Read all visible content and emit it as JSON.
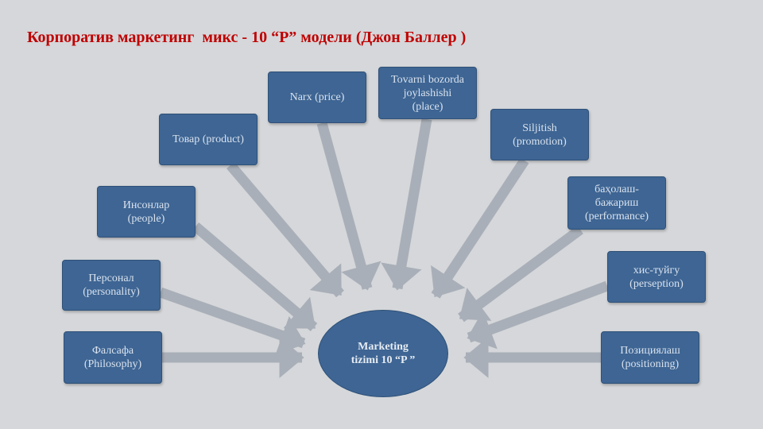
{
  "title": "Корпоратив маркетинг  микс - 10 “P” модели (Джон Баллер )",
  "hub": {
    "label": "Marketing\ntizimi 10 “P ”"
  },
  "nodes": [
    {
      "id": "philosophy",
      "label": "Фалсафа\n(Philosophy)"
    },
    {
      "id": "personality",
      "label": "Персонал\n(personality)"
    },
    {
      "id": "people",
      "label": "Инсонлар\n(people)"
    },
    {
      "id": "product",
      "label": "Товар (product)"
    },
    {
      "id": "price",
      "label": "Narx (price)"
    },
    {
      "id": "place",
      "label": "Tovarni bozorda\njoylashishi\n(place)"
    },
    {
      "id": "promotion",
      "label": "Siljitish\n(promotion)"
    },
    {
      "id": "performance",
      "label": "баҳолаш-\nбажариш\n(performance)"
    },
    {
      "id": "perseption",
      "label": "хис-туйгу\n(perseption)"
    },
    {
      "id": "positioning",
      "label": "Позициялаш\n(positioning)"
    }
  ],
  "colors": {
    "box": "#3e6593",
    "arrow": "#a9afb8",
    "title": "#c00000",
    "background": "#d5d7da"
  }
}
